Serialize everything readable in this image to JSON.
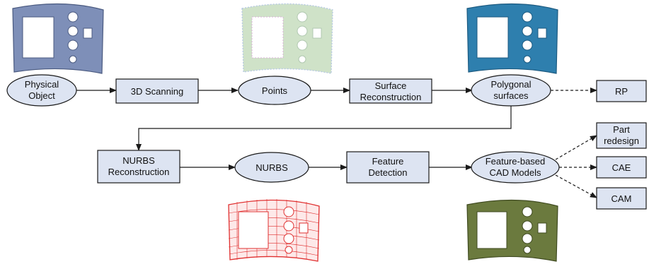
{
  "colors": {
    "box_fill": "#dde4f2",
    "stroke": "#1a1a1a",
    "panel_blue_gray": "#7e8fb8",
    "panel_pastel": "#b9d3b6",
    "panel_blue": "#2e7fae",
    "panel_red_mesh": "#e03030",
    "panel_olive": "#6b7a3e"
  },
  "nodes": {
    "physical_object": [
      "Physical",
      "Object"
    ],
    "scanning": [
      "3D Scanning"
    ],
    "points": [
      "Points"
    ],
    "surface_reconstruction": [
      "Surface",
      "Reconstruction"
    ],
    "polygonal_surfaces": [
      "Polygonal",
      "surfaces"
    ],
    "rp": [
      "RP"
    ],
    "nurbs_reconstruction": [
      "NURBS",
      "Reconstruction"
    ],
    "nurbs": [
      "NURBS"
    ],
    "feature_detection": [
      "Feature",
      "Detection"
    ],
    "feature_cad": [
      "Feature-based",
      "CAD Models"
    ],
    "part_redesign": [
      "Part",
      "redesign"
    ],
    "cae": [
      "CAE"
    ],
    "cam": [
      "CAM"
    ]
  },
  "images": [
    {
      "name": "physical-part-image",
      "style": "solid blue-gray"
    },
    {
      "name": "point-cloud-image",
      "style": "pastel point cloud"
    },
    {
      "name": "polygon-surface-image",
      "style": "solid blue"
    },
    {
      "name": "nurbs-mesh-image",
      "style": "red wireframe mesh"
    },
    {
      "name": "cad-model-image",
      "style": "solid olive"
    }
  ]
}
